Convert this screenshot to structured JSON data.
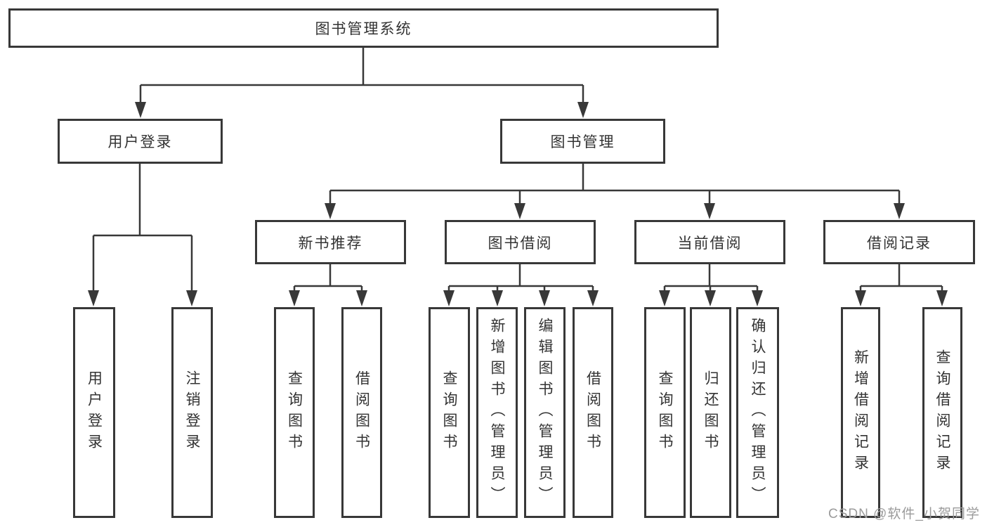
{
  "diagram": {
    "root": {
      "label": "图书管理系统"
    },
    "branches": [
      {
        "label": "用户登录",
        "children": [
          {
            "label": "用户登录"
          },
          {
            "label": "注销登录"
          }
        ]
      },
      {
        "label": "图书管理",
        "children": [
          {
            "label": "新书推荐",
            "children": [
              {
                "label": "查询图书"
              },
              {
                "label": "借阅图书"
              }
            ]
          },
          {
            "label": "图书借阅",
            "children": [
              {
                "label": "查询图书"
              },
              {
                "label": "新增图书（管理员）"
              },
              {
                "label": "编辑图书（管理员）"
              },
              {
                "label": "借阅图书"
              }
            ]
          },
          {
            "label": "当前借阅",
            "children": [
              {
                "label": "查询图书"
              },
              {
                "label": "归还图书"
              },
              {
                "label": "确认归还（管理员）"
              }
            ]
          },
          {
            "label": "借阅记录",
            "children": [
              {
                "label": "新增借阅记录"
              },
              {
                "label": "查询借阅记录"
              }
            ]
          }
        ]
      }
    ]
  },
  "watermark": {
    "text": "CSDN @软件_小贺同学"
  },
  "colors": {
    "line": "#383838",
    "text": "#333333",
    "background": "#ffffff",
    "watermark": "#9b9b9b"
  }
}
